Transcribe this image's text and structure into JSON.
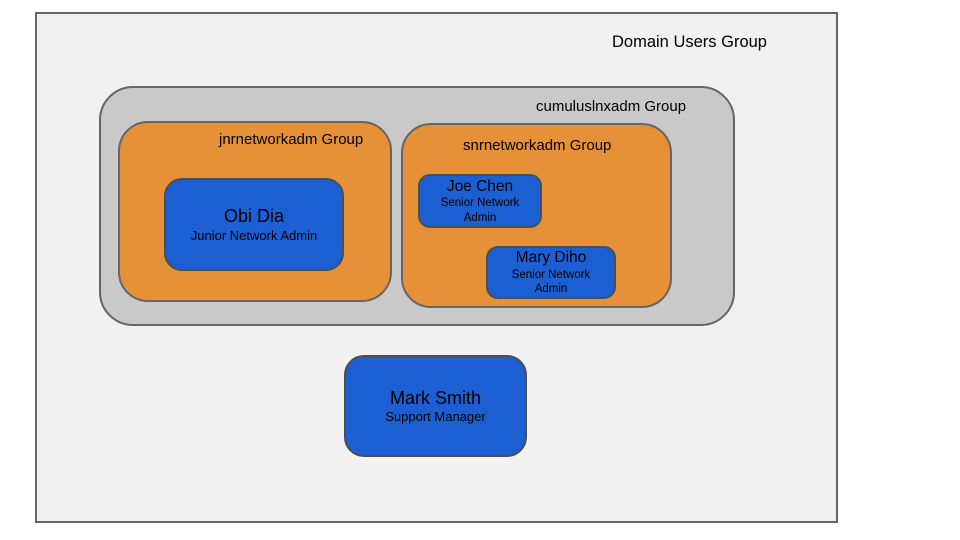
{
  "groups": {
    "domain_users": {
      "label": "Domain Users Group"
    },
    "cumuluslnxadm": {
      "label": "cumuluslnxadm Group"
    },
    "jnrnetworkadm": {
      "label": "jnrnetworkadm Group"
    },
    "snrnetworkadm": {
      "label": "snrnetworkadm Group"
    }
  },
  "people": {
    "obi_dia": {
      "name": "Obi Dia",
      "role": "Junior Network Admin"
    },
    "joe_chen": {
      "name": "Joe Chen",
      "role": "Senior Network Admin"
    },
    "mary_diho": {
      "name": "Mary Diho",
      "role": "Senior Network Admin"
    },
    "mark_smith": {
      "name": "Mark Smith",
      "role": "Support Manager"
    }
  },
  "colors": {
    "canvas_fill": "#f1f1f1",
    "group_gray_fill": "#c9c9c9",
    "group_orange_fill": "#e69138",
    "person_blue_fill": "#1b5fd2",
    "border_gray": "#666666",
    "text": "#000000"
  }
}
